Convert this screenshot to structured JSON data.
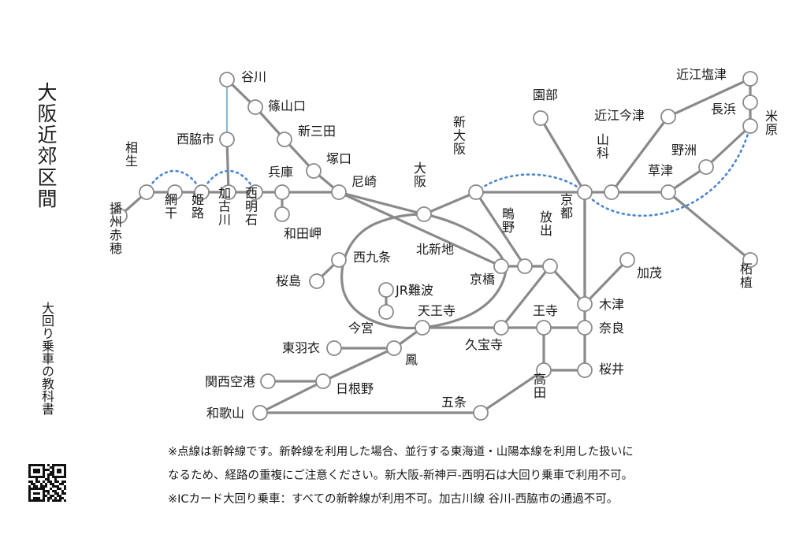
{
  "title": "大阪近郊区間",
  "subtitle": "大回り乗車の教科書",
  "notes": [
    "※点線は新幹線です。新幹線を利用した場合、並行する東海道・山陽本線を利用した扱いに",
    "なるため、経路の重複にご注意ください。新大阪-新神戸-西明石は大回り乗車で利用不可。",
    "※ICカード大回り乗車：すべての新幹線が利用不可。加古川線 谷川-西脇市の通過不可。"
  ],
  "colors": {
    "line": "#8a8a8a",
    "station_fill": "#ffffff",
    "station_stroke": "#8a8a8a",
    "shinkansen": "#4a86cf",
    "kakogawa": "#8fb6d9",
    "text": "#1a1a1a"
  },
  "stations": [
    {
      "id": "banshu_ako",
      "label": "播州赤穂"
    },
    {
      "id": "aioi",
      "label": "相生"
    },
    {
      "id": "aboshi",
      "label": "網干"
    },
    {
      "id": "himeji",
      "label": "姫路"
    },
    {
      "id": "kakogawa",
      "label": "加古川"
    },
    {
      "id": "nishiakashi",
      "label": "西明石"
    },
    {
      "id": "hyogo",
      "label": "兵庫"
    },
    {
      "id": "wadamisaki",
      "label": "和田岬"
    },
    {
      "id": "amagasaki",
      "label": "尼崎"
    },
    {
      "id": "tsukaguchi",
      "label": "塚口"
    },
    {
      "id": "shinsanda",
      "label": "新三田"
    },
    {
      "id": "sasayamaguchi",
      "label": "篠山口"
    },
    {
      "id": "tanikawa",
      "label": "谷川"
    },
    {
      "id": "nishiwakishi",
      "label": "西脇市"
    },
    {
      "id": "osaka",
      "label": "大阪"
    },
    {
      "id": "shinosaka",
      "label": "新大阪"
    },
    {
      "id": "kitashinchi",
      "label": "北新地"
    },
    {
      "id": "nishikujo",
      "label": "西九条"
    },
    {
      "id": "sakurajima",
      "label": "桜島"
    },
    {
      "id": "kyobashi",
      "label": "京橋"
    },
    {
      "id": "shigino",
      "label": "鴫野"
    },
    {
      "id": "hanaten",
      "label": "放出"
    },
    {
      "id": "jrnamba",
      "label": "JR難波"
    },
    {
      "id": "imamiya",
      "label": "今宮"
    },
    {
      "id": "tennoji",
      "label": "天王寺"
    },
    {
      "id": "kudaraji",
      "label": "久宝寺"
    },
    {
      "id": "oji",
      "label": "王寺"
    },
    {
      "id": "nara",
      "label": "奈良"
    },
    {
      "id": "kizu",
      "label": "木津"
    },
    {
      "id": "kamo",
      "label": "加茂"
    },
    {
      "id": "takada",
      "label": "高田"
    },
    {
      "id": "sakurai",
      "label": "桜井"
    },
    {
      "id": "gojo",
      "label": "五条"
    },
    {
      "id": "otori",
      "label": "鳳"
    },
    {
      "id": "higashihagoromo",
      "label": "東羽衣"
    },
    {
      "id": "hineno",
      "label": "日根野"
    },
    {
      "id": "kansaikuko",
      "label": "関西空港"
    },
    {
      "id": "wakayama",
      "label": "和歌山"
    },
    {
      "id": "kyoto",
      "label": "京都"
    },
    {
      "id": "sonobe",
      "label": "園部"
    },
    {
      "id": "yamashina",
      "label": "山科"
    },
    {
      "id": "kusatsu",
      "label": "草津"
    },
    {
      "id": "yasu",
      "label": "野洲"
    },
    {
      "id": "tsuge",
      "label": "柘植"
    },
    {
      "id": "maibara",
      "label": "米原"
    },
    {
      "id": "nagahama",
      "label": "長浜"
    },
    {
      "id": "omishiotsu",
      "label": "近江塩津"
    },
    {
      "id": "omiimazu",
      "label": "近江今津"
    }
  ]
}
